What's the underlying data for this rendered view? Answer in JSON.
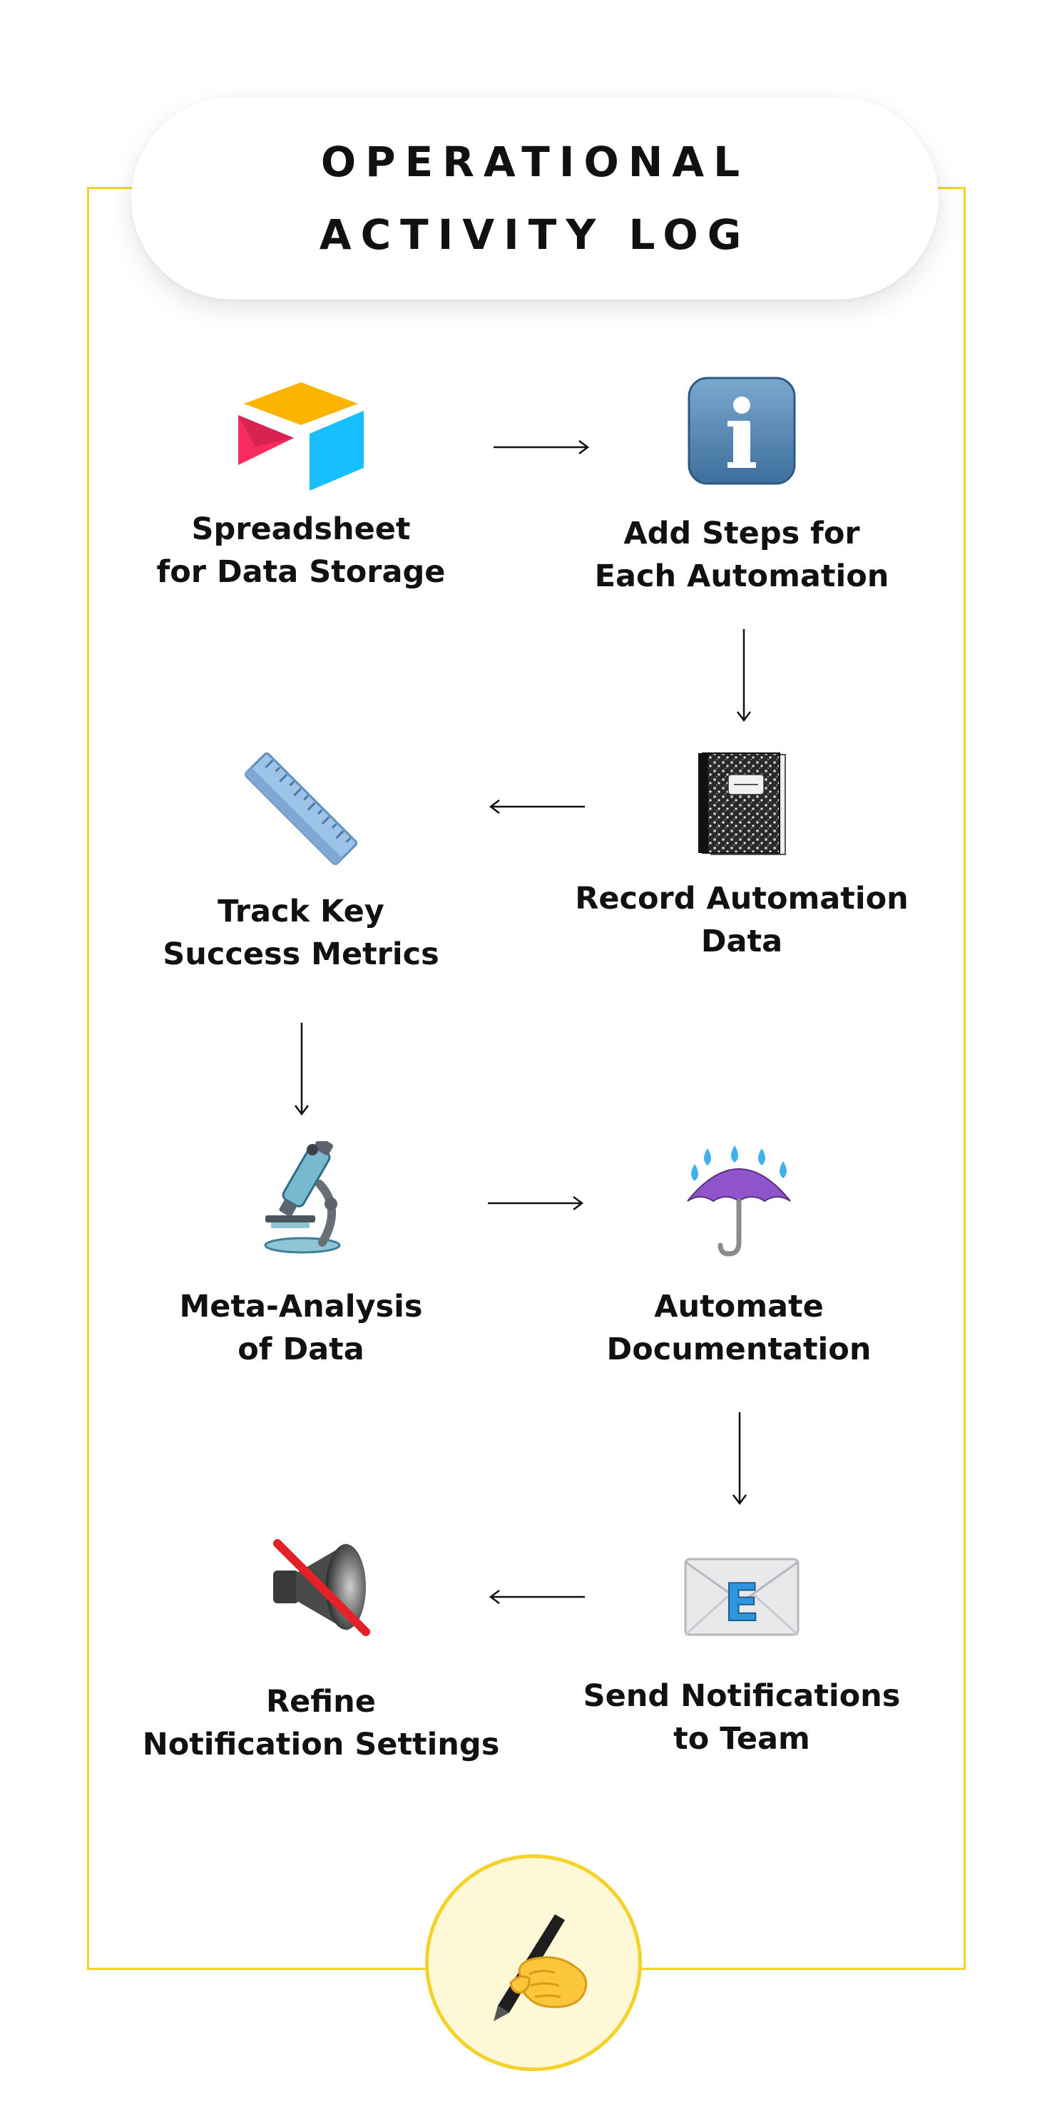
{
  "title": "OPERATIONAL\nACTIVITY LOG",
  "steps": [
    {
      "label": "Spreadsheet\nfor Data Storage",
      "icon": "airtable-logo-icon"
    },
    {
      "label": "Add Steps for\nEach Automation",
      "icon": "information-icon"
    },
    {
      "label": "Record Automation\nData",
      "icon": "notebook-icon"
    },
    {
      "label": "Track Key\nSuccess Metrics",
      "icon": "ruler-icon"
    },
    {
      "label": "Meta-Analysis\nof Data",
      "icon": "microscope-icon"
    },
    {
      "label": "Automate\nDocumentation",
      "icon": "umbrella-rain-icon"
    },
    {
      "label": "Send Notifications\nto Team",
      "icon": "envelope-icon"
    },
    {
      "label": "Refine\nNotification Settings",
      "icon": "muted-speaker-icon"
    }
  ],
  "footer_icon": "writing-hand-icon",
  "colors": {
    "accent": "#f5d22a",
    "footer_fill": "#fff8d6",
    "text": "#111111",
    "arrow": "#111111"
  }
}
